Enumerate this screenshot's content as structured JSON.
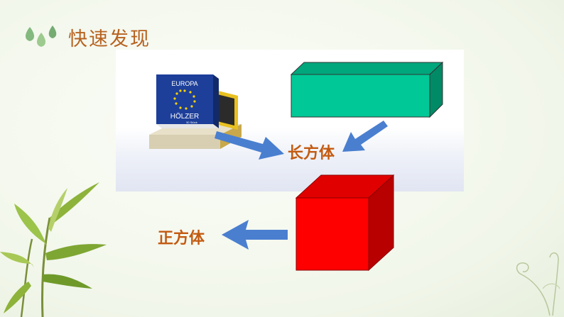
{
  "slide": {
    "title": "快速发现",
    "matchbox": {
      "brand_line1": "EUROPA",
      "brand_line2": "HÖLZER",
      "small_text": "50 Stück"
    },
    "labels": {
      "cuboid": "长方体",
      "cube": "正方体"
    },
    "colors": {
      "title": "#b7621f",
      "label": "#c35a10",
      "cuboid_front": "#00c896",
      "cube_front": "#ff0000",
      "arrow": "#4a7fd0"
    }
  }
}
